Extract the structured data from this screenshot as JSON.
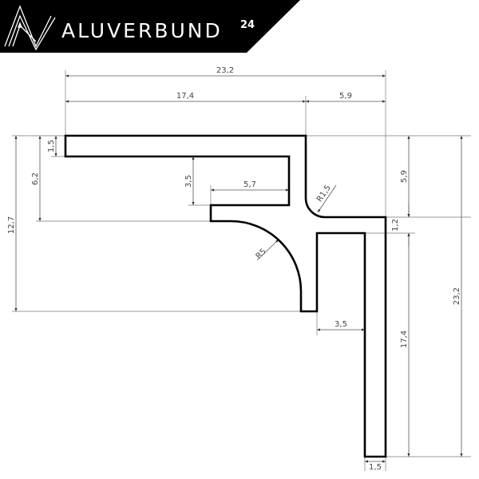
{
  "logo": {
    "brand": "ALUVERBUND",
    "superscript": "24",
    "background": "#000000",
    "foreground": "#ffffff"
  },
  "drawing": {
    "profile_color": "#000000",
    "dimension_color": "#555555",
    "dimensions": {
      "overall_width": "23,2",
      "left_width": "17,4",
      "right_width": "5,9",
      "top_flange_thickness": "1,5",
      "left_height": "6,2",
      "left_total_height": "12,7",
      "slot_height": "3,5",
      "slot_width": "5,7",
      "inner_radius": "R1,5",
      "outer_radius": "R5",
      "right_upper_height": "5,9",
      "web_thickness": "1,2",
      "right_lower_height": "17,4",
      "overall_height": "23,2",
      "lower_slot_width": "3,5",
      "leg_thickness": "1,5"
    }
  }
}
